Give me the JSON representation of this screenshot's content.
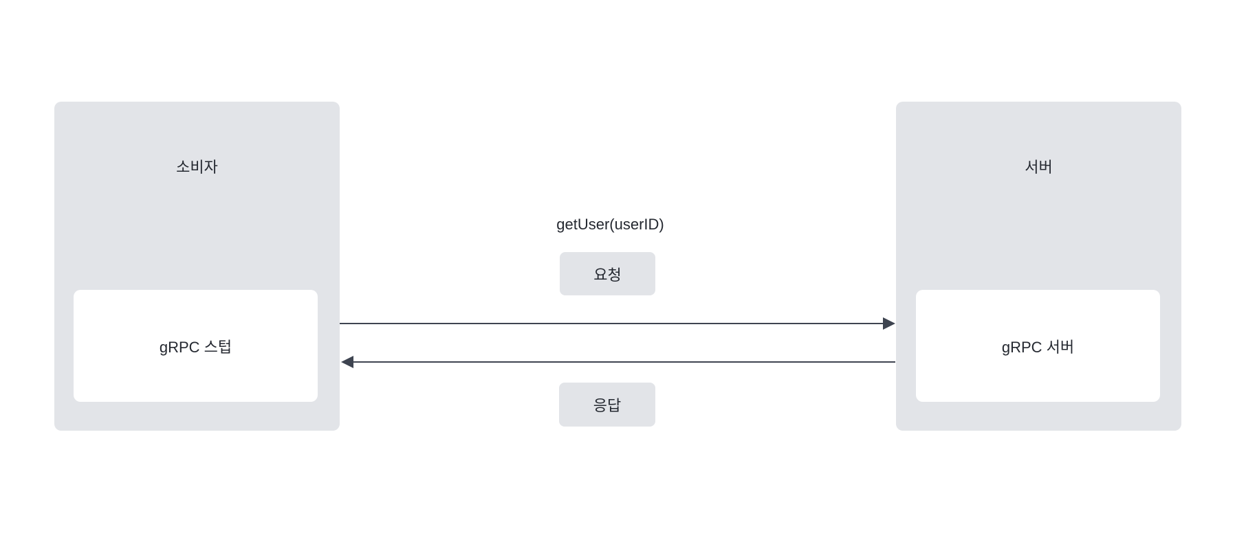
{
  "diagram": {
    "title_hint": "gRPC request/response flow",
    "colors": {
      "background": "#ffffff",
      "actor_fill": "#e2e4e8",
      "node_fill": "#ffffff",
      "badge_fill": "#e2e4e8",
      "arrow": "#3e4450",
      "text": "#242830"
    },
    "left_actor": {
      "title": "소비자",
      "node_label": "gRPC 스텁"
    },
    "right_actor": {
      "title": "서버",
      "node_label": "gRPC 서버"
    },
    "request": {
      "method_label": "getUser(userID)",
      "badge_label": "요청",
      "direction": "left-to-right"
    },
    "response": {
      "badge_label": "응답",
      "direction": "right-to-left"
    }
  }
}
